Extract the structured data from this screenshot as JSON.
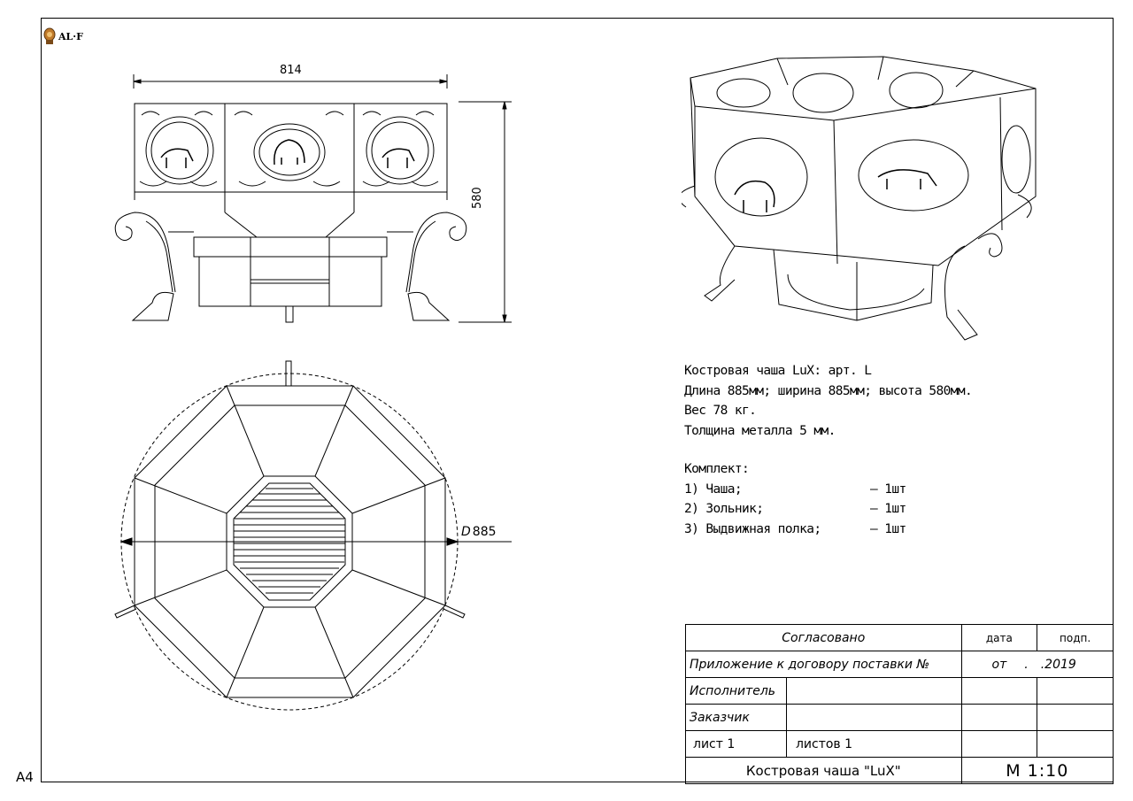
{
  "logo": {
    "text": "AL·F"
  },
  "sheet_format": "A4",
  "dimensions": {
    "width": "814",
    "height": "580",
    "diameter_symbol": "D",
    "diameter_value": "885"
  },
  "specs": {
    "title": "Костровая чаша LuX: арт. L",
    "size": "Длина 885мм; ширина 885мм; высота 580мм.",
    "weight": "Вес 78 кг.",
    "thickness": "Толщина металла 5 мм."
  },
  "kit": {
    "heading": "Комплект:",
    "items": [
      {
        "name": "1) Чаша;",
        "qty": "– 1шт"
      },
      {
        "name": "2) Зольник;",
        "qty": "– 1шт"
      },
      {
        "name": "3) Выдвижная полка;",
        "qty": "– 1шт"
      }
    ]
  },
  "title_block": {
    "agreed": "Согласовано",
    "date_label": "дата",
    "sign_label": "подп.",
    "appendix": "Приложение к договору поставки №",
    "from_label": "от",
    "dot": ".",
    "year": ".2019",
    "executor": "Исполнитель",
    "customer": "Заказчик",
    "sheet": "лист 1",
    "sheets": "листов 1",
    "product": "Костровая чаша \"LuX\"",
    "scale": "М 1:10"
  }
}
